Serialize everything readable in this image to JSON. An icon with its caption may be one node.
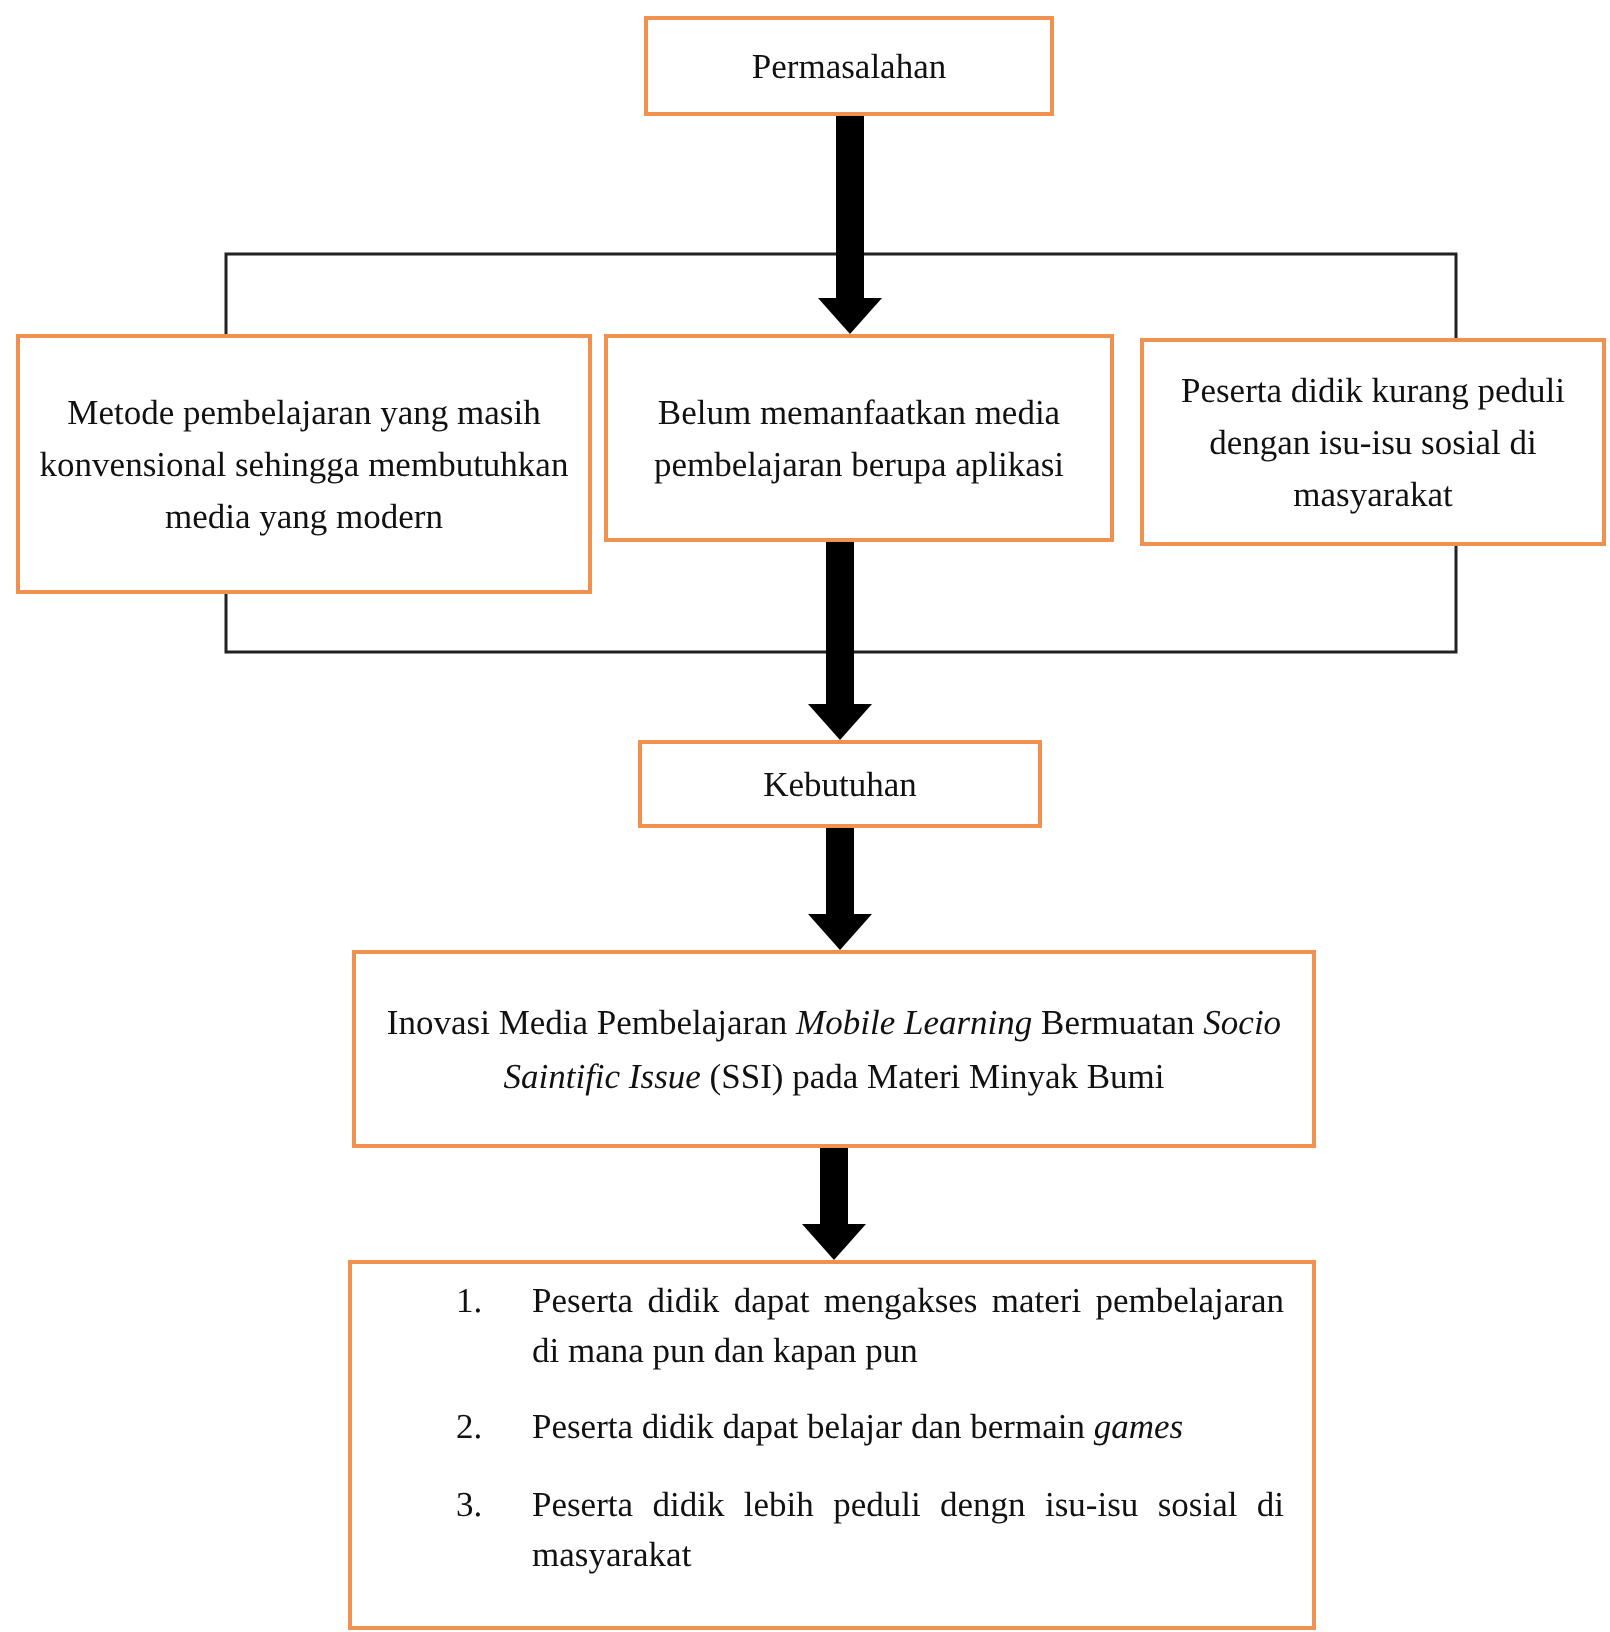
{
  "diagram": {
    "nodes": [
      {
        "text": [
          "Permasalahan"
        ]
      },
      {
        "text": [
          "Metode pembelajaran yang masih konvensional sehingga membutuhkan media yang modern"
        ]
      },
      {
        "text": [
          "Belum memanfaatkan media pembelajaran berupa aplikasi"
        ]
      },
      {
        "text": [
          "Peserta didik kurang peduli dengan isu-isu sosial di masyarakat"
        ]
      },
      {
        "text": [
          "Kebutuhan"
        ]
      },
      {
        "text": [
          "Inovasi Media Pembelajaran *Mobile Learning* Bermuatan *Socio Saintific Issue* (SSI) pada Materi Minyak Bumi"
        ]
      },
      {
        "text": [
          "1.",
          "Peserta didik dapat mengakses materi pembelajaran di mana pun dan kapan pun",
          "2.",
          "Peserta didik dapat belajar dan bermain *games*",
          "3.",
          "Peserta didik lebih peduli dengn isu-isu sosial di masyarakat"
        ]
      }
    ],
    "edges": [
      {
        "from": 0,
        "to": 2,
        "arrow": "to"
      },
      {
        "from": 2,
        "to": 4,
        "arrow": "to"
      },
      {
        "from": 4,
        "to": 5,
        "arrow": "to"
      },
      {
        "from": 5,
        "to": 6,
        "arrow": "to"
      }
    ]
  }
}
